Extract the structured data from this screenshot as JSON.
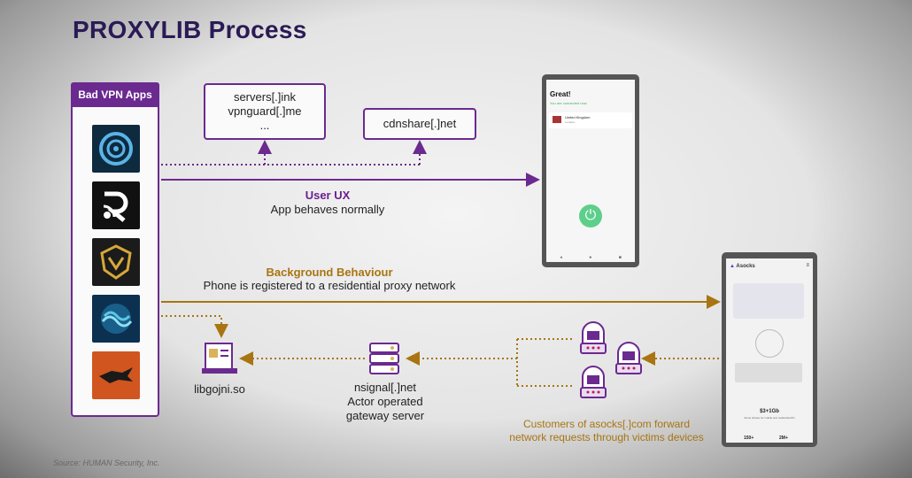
{
  "title": "PROXYLIB Process",
  "apps_header": "Bad VPN Apps",
  "apps": [
    "swirl-app-icon",
    "rss-r-app-icon",
    "shield-app-icon",
    "wave-app-icon",
    "fox-app-icon"
  ],
  "domains_box1": [
    "servers[.]ink",
    "vpnguard[.]me",
    "..."
  ],
  "domains_box2": "cdnshare[.]net",
  "user_ux_title": "User UX",
  "user_ux_desc": "App behaves normally",
  "bg_title": "Background Behaviour",
  "bg_desc": "Phone is registered to a residential proxy network",
  "lib_label": "libgojni.so",
  "gateway_label": [
    "nsignal[.]net",
    "Actor operated",
    "gateway server"
  ],
  "customers_label": [
    "Customers of asocks[.]com forward",
    "network requests through victims devices"
  ],
  "phone1": {
    "heading": "Great!",
    "subtext": "You are connected now",
    "country": "United Kingdom",
    "country_sub": "Location"
  },
  "phone2": {
    "brand": "Asocks",
    "price": "$3+1Gb",
    "desc": "Some phrase for mobile and residential IPs",
    "stat1": "150+",
    "stat2": "2M+"
  },
  "source": "Source: HUMAN Security, Inc.",
  "colors": {
    "purple": "#6b2a8f",
    "gold": "#a87512",
    "navy": "#2a1a55"
  }
}
